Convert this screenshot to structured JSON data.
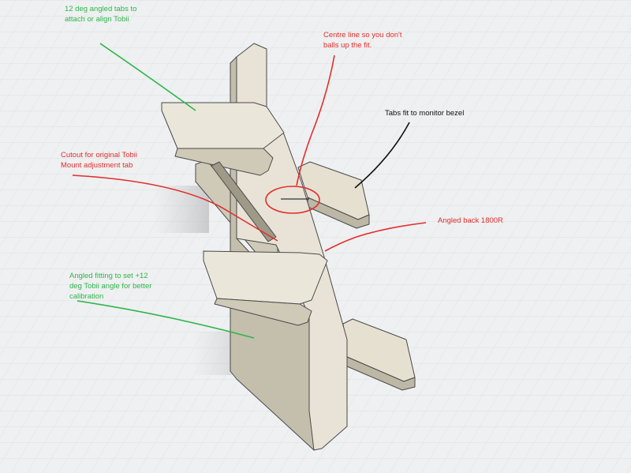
{
  "colors": {
    "background": "#eef0f1",
    "grid": "#dfe2e4",
    "part_face": "#e8e3d6",
    "part_side": "#cfc9b8",
    "part_dark": "#a9a391",
    "outline": "#4a4a4a",
    "green": "#2fb54a",
    "red": "#e32d2d",
    "black": "#111111"
  },
  "annotations": {
    "angled_tabs": {
      "line1": "12 deg angled tabs to",
      "line2": "attach or align Tobii",
      "color": "green"
    },
    "centre_line": {
      "line1": "Centre line so you don't",
      "line2": "balls up the fit.",
      "color": "red"
    },
    "tabs_fit": {
      "line1": "Tabs fit to monitor bezel",
      "color": "black"
    },
    "cutout": {
      "line1": "Cutout for original Tobii",
      "line2": "Mount adjustment tab",
      "color": "red"
    },
    "angled_back": {
      "line1": "Angled back 1800R",
      "color": "red"
    },
    "angled_fitting": {
      "line1": "Angled fitting to set +12",
      "line2": "deg Tobii angle for better",
      "line3": "calibration",
      "color": "green"
    }
  }
}
